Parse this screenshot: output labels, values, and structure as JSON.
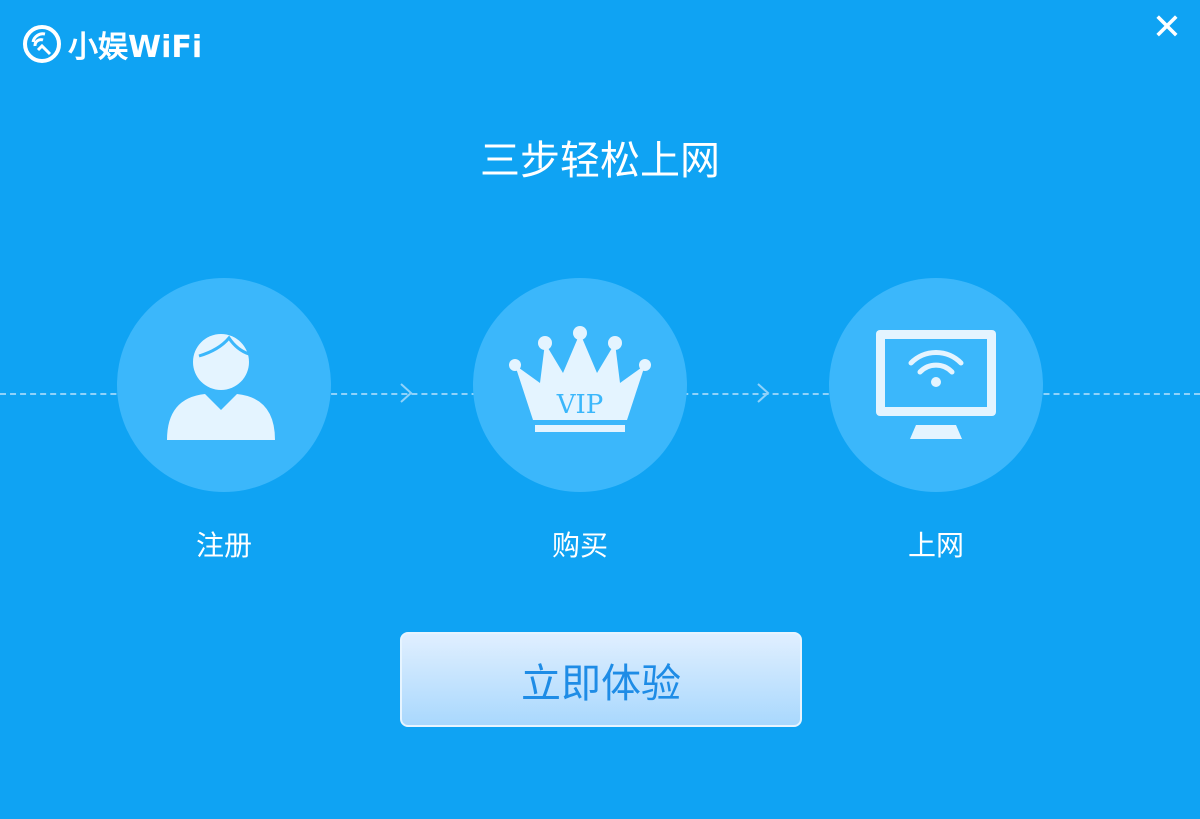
{
  "app": {
    "name": "小娱WiFi"
  },
  "title": "三步轻松上网",
  "steps": [
    {
      "label": "注册",
      "icon": "user-icon"
    },
    {
      "label": "购买",
      "icon": "vip-crown-icon",
      "badge": "VIP"
    },
    {
      "label": "上网",
      "icon": "wifi-monitor-icon"
    }
  ],
  "cta": "立即体验",
  "colors": {
    "background": "#0fa3f3",
    "circle": "#3bb7fb",
    "icon": "#e4f4ff",
    "button_text": "#1e8ce6"
  }
}
